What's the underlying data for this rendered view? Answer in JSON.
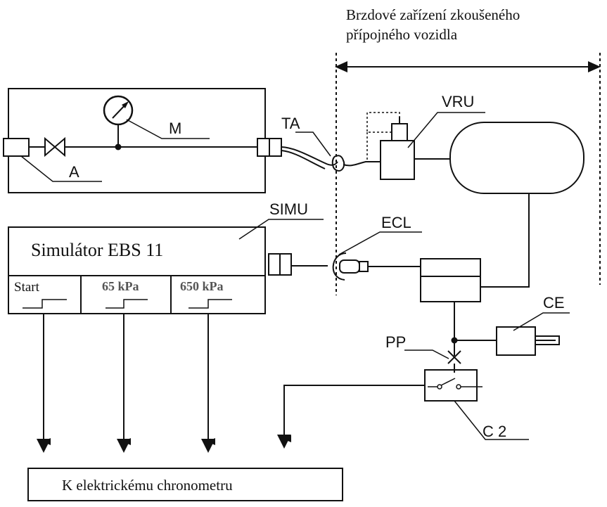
{
  "header": {
    "line1": "Brzdové zařízení zkoušeného",
    "line2": "přípojného vozidla"
  },
  "labels": {
    "M": "M",
    "A": "A",
    "TA": "TA",
    "VRU": "VRU",
    "SIMU": "SIMU",
    "ECL": "ECL",
    "CE": "CE",
    "PP": "PP",
    "C2": "C 2"
  },
  "simulator": {
    "title": "Simulátor EBS 11",
    "cells": [
      "Start",
      "65 kPa",
      "650 kPa"
    ]
  },
  "chronometer": {
    "label": "K elektrickému chronometru"
  }
}
